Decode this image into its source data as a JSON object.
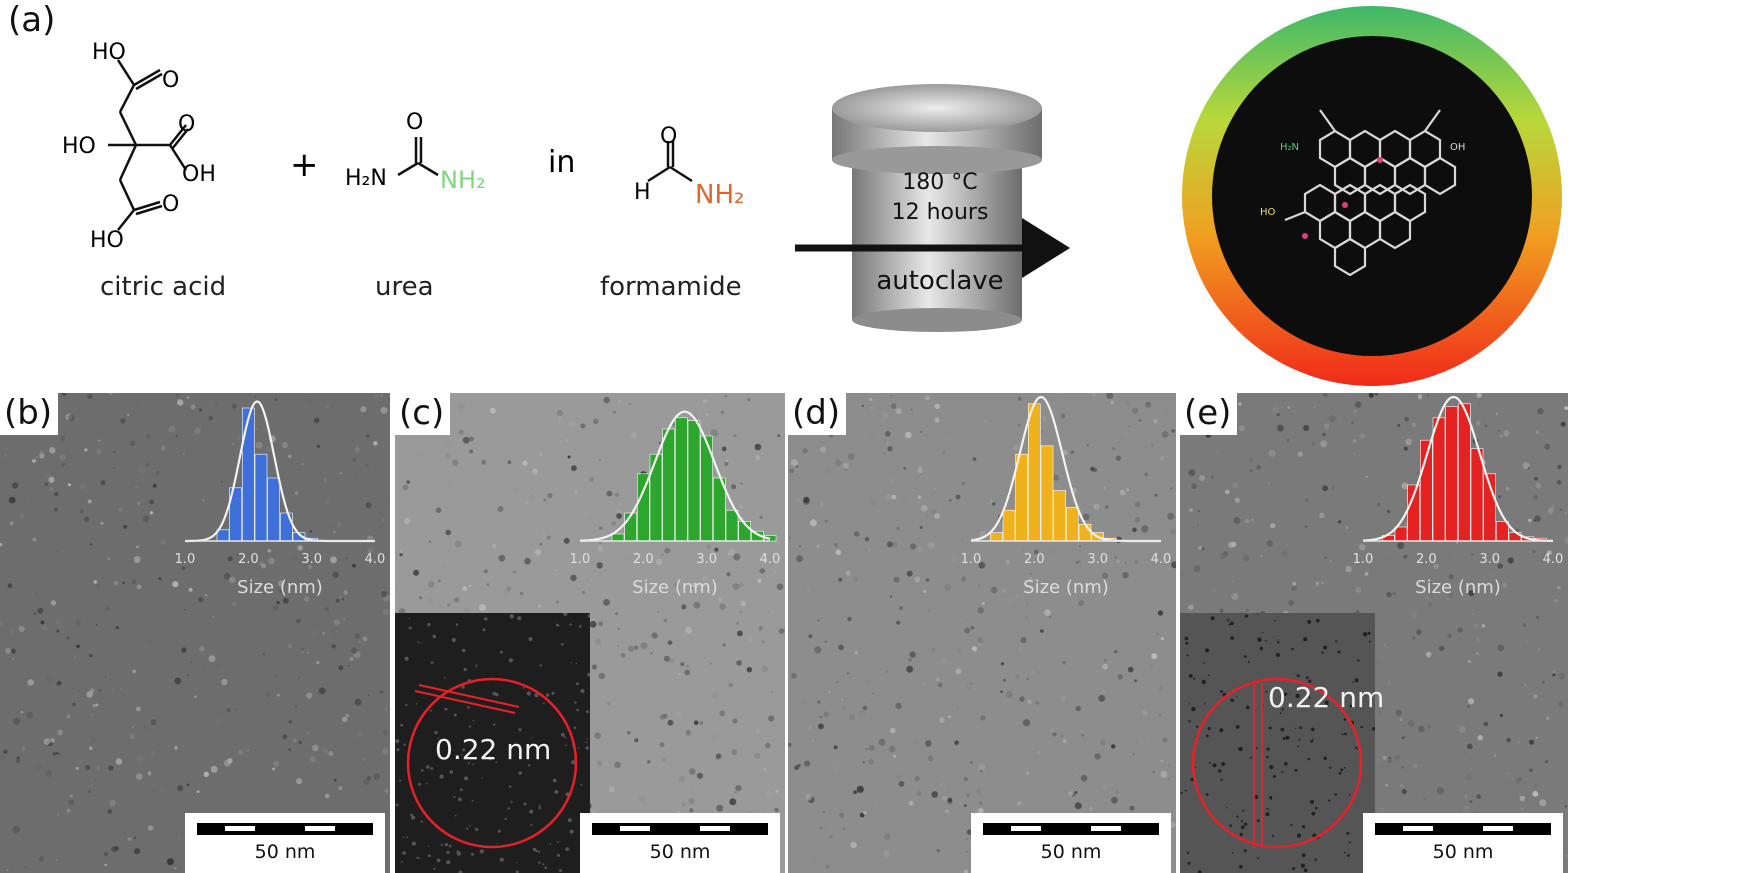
{
  "panel_a": {
    "label": "(a)",
    "reactants": [
      {
        "name": "citric acid"
      },
      {
        "name": "urea"
      },
      {
        "name": "formamide"
      }
    ],
    "plus": "+",
    "in_word": "in",
    "atoms": {
      "ho": "HO",
      "o": "O",
      "oh": "OH",
      "h2n": "H₂N",
      "nh2": "NH₂",
      "h": "H",
      "n": "N"
    },
    "autoclave": {
      "temperature": "180 °C",
      "time": "12 hours",
      "label": "autoclave"
    },
    "colors": {
      "nh2_urea": "#7ed87e",
      "nh2_formamide": "#e0662a"
    }
  },
  "panels": [
    {
      "label": "(b)",
      "scale": "50 nm",
      "hist_color": "#3f6fd8",
      "xticks": [
        "1.0",
        "2.0",
        "3.0",
        "4.0"
      ],
      "xlabel": "Size (nm)"
    },
    {
      "label": "(c)",
      "scale": "50 nm",
      "hist_color": "#2da62d",
      "xticks": [
        "1.0",
        "2.0",
        "3.0",
        "4.0"
      ],
      "xlabel": "Size (nm)",
      "inset_text": "0.22 nm"
    },
    {
      "label": "(d)",
      "scale": "50 nm",
      "hist_color": "#f0b21c",
      "xticks": [
        "1.0",
        "2.0",
        "3.0",
        "4.0"
      ],
      "xlabel": "Size (nm)"
    },
    {
      "label": "(e)",
      "scale": "50 nm",
      "hist_color": "#e52222",
      "xticks": [
        "1.0",
        "2.0",
        "3.0",
        "4.0"
      ],
      "xlabel": "Size (nm)",
      "inset_text": "0.22 nm"
    }
  ],
  "chart_data": [
    {
      "type": "bar",
      "xlabel": "Size (nm)",
      "x": [
        1.6,
        1.8,
        2.0,
        2.2,
        2.4,
        2.6,
        2.8,
        3.0
      ],
      "values": [
        0.08,
        0.38,
        0.95,
        0.62,
        0.45,
        0.2,
        0.06,
        0.02
      ]
    },
    {
      "type": "bar",
      "xlabel": "Size (nm)",
      "x": [
        1.6,
        1.8,
        2.0,
        2.2,
        2.4,
        2.6,
        2.8,
        3.0,
        3.2,
        3.4,
        3.6,
        3.8,
        4.0
      ],
      "values": [
        0.05,
        0.2,
        0.48,
        0.62,
        0.8,
        0.88,
        0.86,
        0.75,
        0.45,
        0.22,
        0.14,
        0.07,
        0.04
      ]
    },
    {
      "type": "bar",
      "xlabel": "Size (nm)",
      "x": [
        1.4,
        1.6,
        1.8,
        2.0,
        2.2,
        2.4,
        2.6,
        2.8,
        3.0,
        3.2
      ],
      "values": [
        0.06,
        0.22,
        0.62,
        0.98,
        0.68,
        0.36,
        0.24,
        0.12,
        0.06,
        0.02
      ]
    },
    {
      "type": "bar",
      "xlabel": "Size (nm)",
      "x": [
        1.4,
        1.6,
        1.8,
        2.0,
        2.2,
        2.4,
        2.6,
        2.8,
        3.0,
        3.2,
        3.4,
        3.6,
        3.8
      ],
      "values": [
        0.04,
        0.1,
        0.4,
        0.72,
        0.88,
        0.96,
        0.98,
        0.66,
        0.48,
        0.14,
        0.06,
        0.03,
        0.02
      ]
    }
  ]
}
